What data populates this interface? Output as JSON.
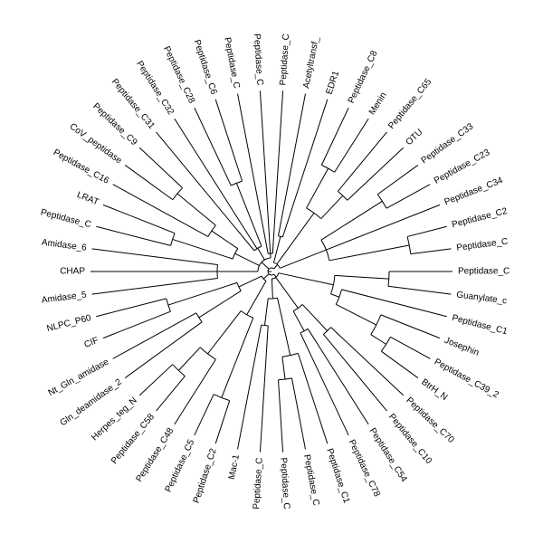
{
  "tree": {
    "labels": [
      "Peptidase_C",
      "Guanylate_c",
      "Peptidase_C1",
      "Josephin",
      "Peptidase_C39_2",
      "BtrH_N",
      "Peptidase_C70",
      "Peptidase_C10",
      "Peptidase_C54",
      "Peptidase_C78",
      "Peptidase_C1",
      "Peptidase_C",
      "Peptidase_C",
      "Peptidase_C",
      "Mac-1",
      "Peptidase_C2",
      "Peptidase_C5",
      "Peptidase_C48",
      "Peptidase_C58",
      "Herpes_teg_N",
      "Gln_deamidase_2",
      "Nt_Gln_amidase",
      "CIF",
      "NLPC_P60",
      "Amidase_5",
      "CHAP",
      "Amidase_6",
      "Peptidase_C",
      "LRAT",
      "Peptidase_C16",
      "CoV_peptidase",
      "Peptidase_C9",
      "Peptidase_C31",
      "Peptidase_C32",
      "Peptidase_C28",
      "Peptidase_C6",
      "Peptidase_C",
      "Peptidase_C",
      "Peptidase_C",
      "Acetyltransf_",
      "EDR1",
      "Peptidase_C8",
      "Menin",
      "Peptidase_C65",
      "OTU",
      "Peptidase_C33",
      "Peptidase_C23",
      "Peptidase_C34",
      "Peptidase_C2",
      "Peptidase_C"
    ]
  }
}
